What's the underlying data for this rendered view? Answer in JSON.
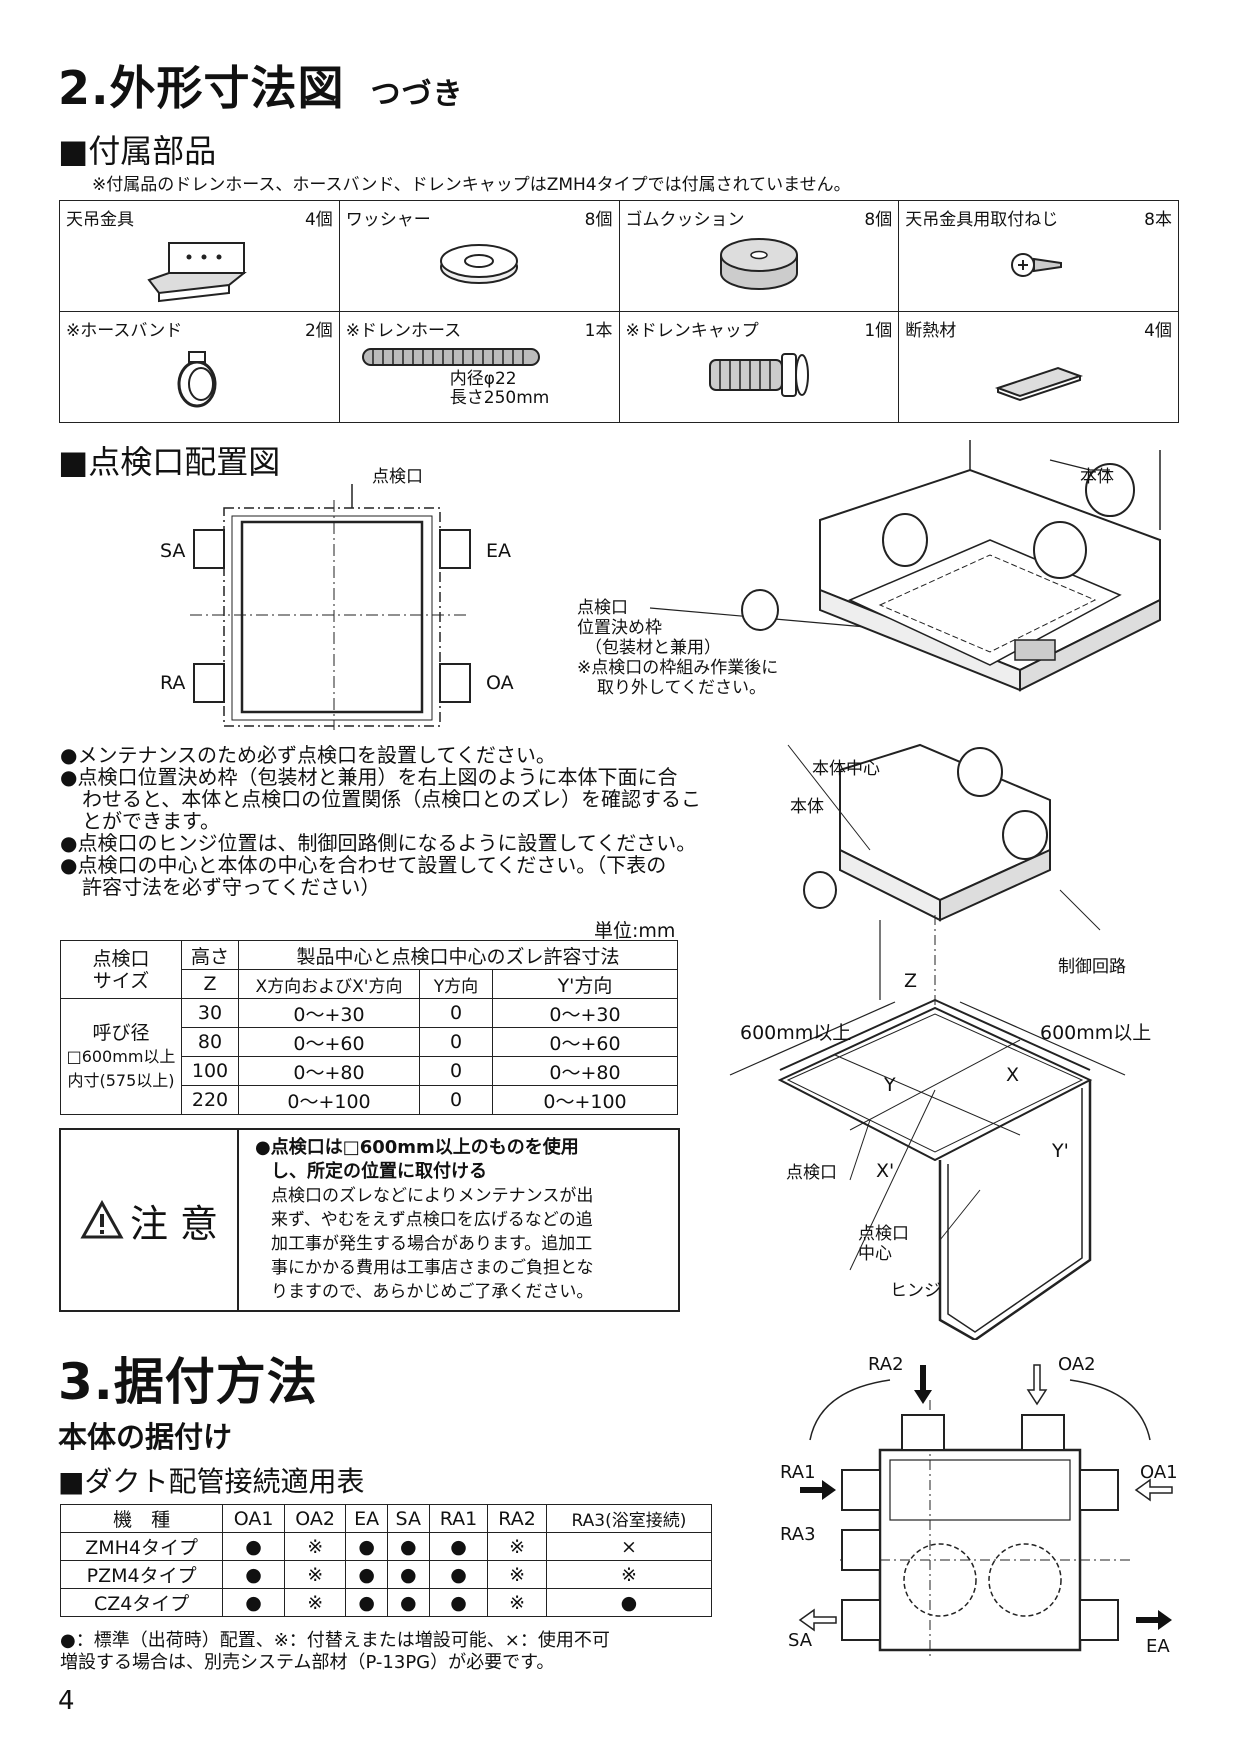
{
  "section2": {
    "title": "2.外形寸法図",
    "subtitle": "つづき"
  },
  "parts": {
    "heading": "■付属部品",
    "note": "※付属品のドレンホース、ホースバンド、ドレンキャップはZMH4タイプでは付属されていません。",
    "items": [
      {
        "name": "天吊金具",
        "qty": "4個"
      },
      {
        "name": "ワッシャー",
        "qty": "8個"
      },
      {
        "name": "ゴムクッション",
        "qty": "8個"
      },
      {
        "name": "天吊金具用取付ねじ",
        "qty": "8本"
      },
      {
        "name": "※ホースバンド",
        "qty": "2個"
      },
      {
        "name": "※ドレンホース",
        "qty": "1本"
      },
      {
        "name": "※ドレンキャップ",
        "qty": "1個"
      },
      {
        "name": "断熱材",
        "qty": "4個"
      }
    ],
    "hose_spec": [
      "内径φ22",
      "長さ250mm"
    ]
  },
  "inspection": {
    "heading": "■点検口配置図",
    "plan_labels": {
      "top": "点検口",
      "sa": "SA",
      "ea": "EA",
      "ra": "RA",
      "oa": "OA"
    },
    "frame_note": [
      "点検口",
      "位置決め枠",
      "（包装材と兼用）",
      "※点検口の枠組み作業後に",
      "取り外してください。"
    ],
    "body_label": "本体",
    "bullets": [
      "●メンテナンスのため必ず点検口を設置してください。",
      "●点検口位置決め枠（包装材と兼用）を右上図のように本体下面に合",
      "わせると、本体と点検口の位置関係（点検口とのズレ）を確認するこ",
      "とができます。",
      "●点検口のヒンジ位置は、制御回路側になるように設置してください。",
      "●点検口の中心と本体の中心を合わせて設置してください。（下表の",
      "許容寸法を必ず守ってください）"
    ],
    "iso_labels": {
      "center": "本体中心",
      "body": "本体",
      "control": "制御回路",
      "z": "Z",
      "left600": "600mm以上",
      "right600": "600mm以上",
      "y": "Y",
      "x": "X",
      "xp": "X'",
      "yp": "Y'",
      "hatch": "点検口",
      "hatch_center": [
        "点検口",
        "中心"
      ],
      "hinge": "ヒンジ"
    },
    "unit": "単位:mm",
    "table": {
      "h_size": [
        "点検口",
        "サイズ"
      ],
      "h_height": "高さ",
      "h_z": "Z",
      "h_group": "製品中心と点検口中心のズレ許容寸法",
      "h_x": "X方向およびX'方向",
      "h_y": "Y方向",
      "h_yp": "Y'方向",
      "size_label": [
        "呼び径",
        "□600mm以上",
        "内寸(575以上)"
      ],
      "rows": [
        {
          "z": "30",
          "x": "0〜+30",
          "y": "0",
          "yp": "0〜+30"
        },
        {
          "z": "80",
          "x": "0〜+60",
          "y": "0",
          "yp": "0〜+60"
        },
        {
          "z": "100",
          "x": "0〜+80",
          "y": "0",
          "yp": "0〜+80"
        },
        {
          "z": "220",
          "x": "0〜+100",
          "y": "0",
          "yp": "0〜+100"
        }
      ]
    },
    "caution": {
      "label": "注 意",
      "head": [
        "●点検口は□600mm以上のものを使用",
        "し、所定の位置に取付ける"
      ],
      "body": [
        "点検口のズレなどによりメンテナンスが出",
        "来ず、やむをえず点検口を広げるなどの追",
        "加工事が発生する場合があります。追加工",
        "事にかかる費用は工事店さまのご負担とな",
        "りますので、あらかじめご了承ください。"
      ]
    }
  },
  "section3": {
    "title": "3.据付方法",
    "sub": "本体の据付け",
    "table_heading": "■ダクト配管接続適用表",
    "headers": [
      "機　種",
      "OA1",
      "OA2",
      "EA",
      "SA",
      "RA1",
      "RA2",
      "RA3(浴室接続)"
    ],
    "rows": [
      [
        "ZMH4タイプ",
        "●",
        "※",
        "●",
        "●",
        "●",
        "※",
        "×"
      ],
      [
        "PZM4タイプ",
        "●",
        "※",
        "●",
        "●",
        "●",
        "※",
        "※"
      ],
      [
        "CZ4タイプ",
        "●",
        "※",
        "●",
        "●",
        "●",
        "※",
        "●"
      ]
    ],
    "legend": [
      "●：標準（出荷時）配置、※：付替えまたは増設可能、×：使用不可",
      "増設する場合は、別売システム部材（P-13PG）が必要です。"
    ],
    "diagram": {
      "ra2": "RA2",
      "oa2": "OA2",
      "ra1": "RA1",
      "oa1": "OA1",
      "ra3": "RA3",
      "sa": "SA",
      "ea": "EA"
    }
  },
  "page_number": "4"
}
